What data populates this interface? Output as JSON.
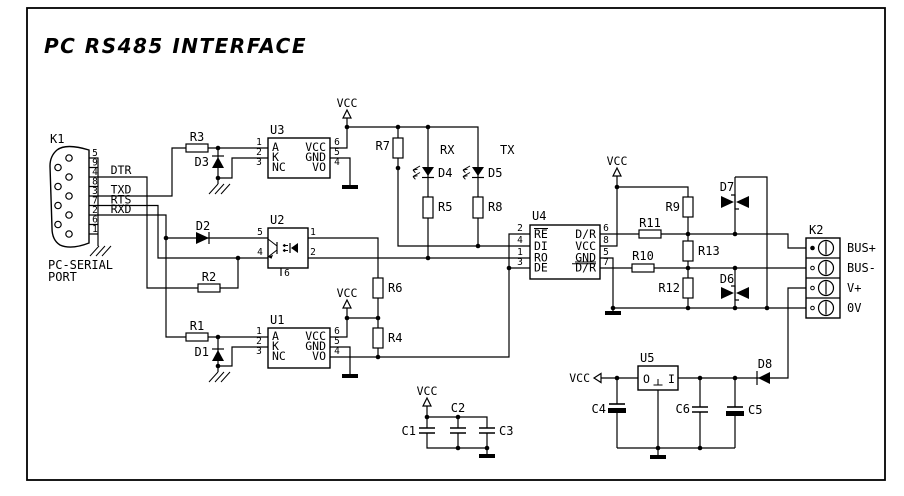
{
  "title": "PC RS485 INTERFACE",
  "colors": {
    "ink": "#000000",
    "background": "#ffffff"
  },
  "k1": {
    "ref": "K1",
    "pin_numbers": [
      "5",
      "9",
      "4",
      "8",
      "3",
      "7",
      "2",
      "6",
      "1"
    ],
    "signals": {
      "dtr": "DTR",
      "txd": "TXD",
      "rts": "RTS",
      "rxd": "RXD"
    },
    "caption_line1": "PC-SERIAL",
    "caption_line2": "PORT"
  },
  "k2": {
    "ref": "K2",
    "terminals": [
      "BUS+",
      "BUS-",
      "V+",
      "0V"
    ]
  },
  "u1": {
    "ref": "U1",
    "pin_names_left": [
      "A",
      "K",
      "NC"
    ],
    "pin_names_right": [
      "VCC",
      "GND",
      "VO"
    ],
    "pin_numbers_left": [
      "1",
      "2",
      "3"
    ],
    "pin_numbers_right": [
      "6",
      "5",
      "4"
    ]
  },
  "u2": {
    "ref": "U2",
    "pin_numbers": [
      "5",
      "4",
      "1",
      "2",
      "6"
    ]
  },
  "u3": {
    "ref": "U3",
    "pin_names_left": [
      "A",
      "K",
      "NC"
    ],
    "pin_names_right": [
      "VCC",
      "GND",
      "VO"
    ],
    "pin_numbers_left": [
      "1",
      "2",
      "3"
    ],
    "pin_numbers_right": [
      "6",
      "5",
      "4"
    ]
  },
  "u4": {
    "ref": "U4",
    "pin_names_left": [
      "RE",
      "DI",
      "RO",
      "DE"
    ],
    "pin_names_right": [
      "D/R",
      "VCC",
      "GND",
      "D/R"
    ],
    "pin_numbers_left": [
      "2",
      "4",
      "1",
      "3"
    ],
    "pin_numbers_right": [
      "6",
      "8",
      "5",
      "7"
    ]
  },
  "u5": {
    "ref": "U5",
    "pin_out": "O",
    "pin_in": "I"
  },
  "resistors": {
    "r1": "R1",
    "r2": "R2",
    "r3": "R3",
    "r4": "R4",
    "r5": "R5",
    "r6": "R6",
    "r7": "R7",
    "r8": "R8",
    "r9": "R9",
    "r10": "R10",
    "r11": "R11",
    "r12": "R12",
    "r13": "R13"
  },
  "capacitors": {
    "c1": "C1",
    "c2": "C2",
    "c3": "C3",
    "c4": "C4",
    "c5": "C5",
    "c6": "C6"
  },
  "diodes": {
    "d1": "D1",
    "d2": "D2",
    "d3": "D3",
    "d4": "D4",
    "d5": "D5",
    "d6": "D6",
    "d7": "D7",
    "d8": "D8"
  },
  "nets": {
    "vcc": "VCC",
    "rx": "RX",
    "tx": "TX"
  }
}
